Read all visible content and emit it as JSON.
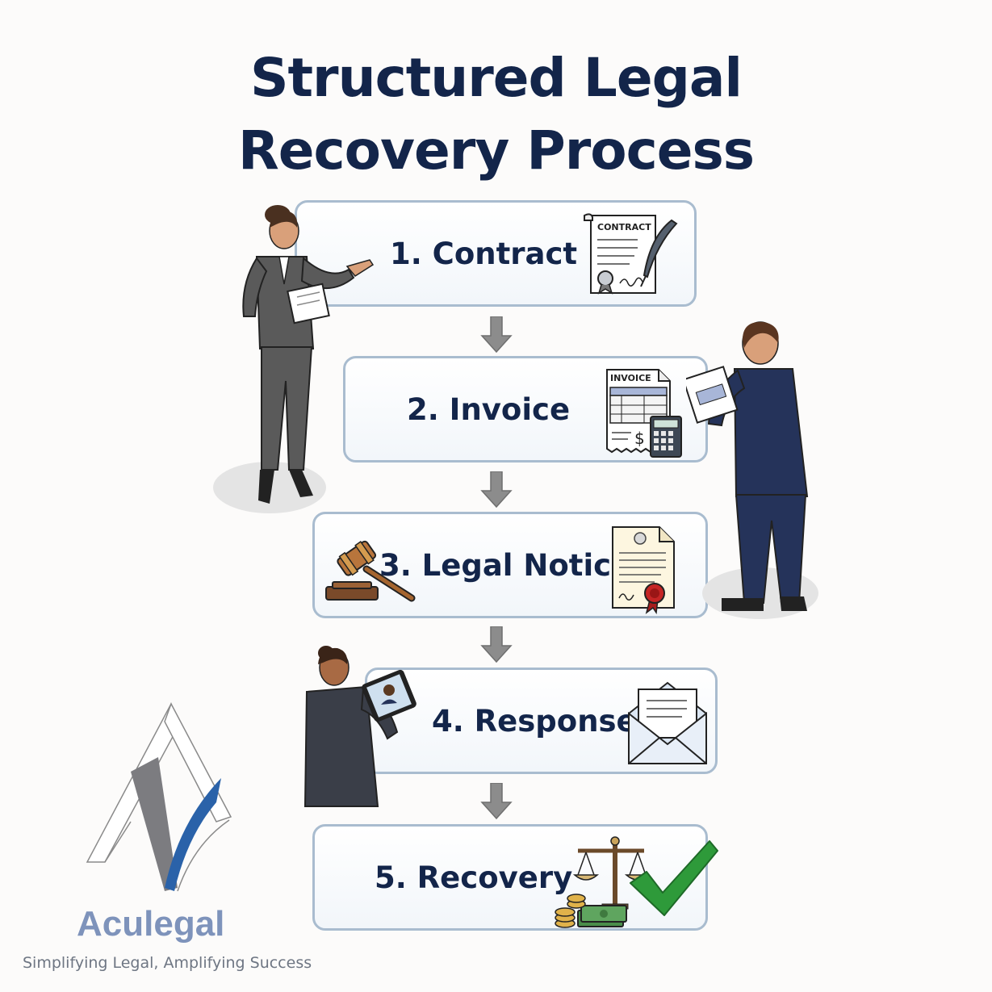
{
  "title_line1": "Structured Legal",
  "title_line2": "Recovery Process",
  "steps": [
    {
      "label": "1. Contract",
      "icon": "contract-document-icon"
    },
    {
      "label": "2. Invoice",
      "icon": "invoice-calculator-icon"
    },
    {
      "label": "3. Legal Notice",
      "icon": "gavel-certificate-icon"
    },
    {
      "label": "4. Response",
      "icon": "envelope-letter-icon"
    },
    {
      "label": "5. Recovery",
      "icon": "scales-money-checkmark-icon"
    }
  ],
  "contract_doc_text": "CONTRACT",
  "invoice_doc_text": "INVOICE",
  "invoice_currency": "$",
  "brand": {
    "name": "Aculegal",
    "tagline": "Simplifying Legal, Amplifying Success"
  },
  "colors": {
    "title": "#13254a",
    "box_border": "#a9bccf",
    "arrow": "#8c8c8c",
    "brand_name": "#7e93bb",
    "checkmark": "#2e9a3a"
  }
}
